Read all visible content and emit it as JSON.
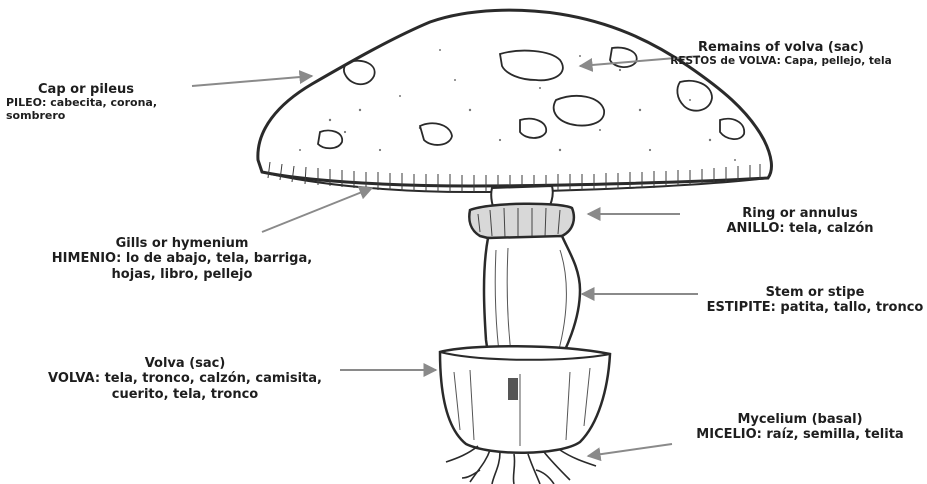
{
  "labels": {
    "cap": {
      "en": "Cap or pileus",
      "es": "PILEO: cabecita, corona, sombrero"
    },
    "volva_remains": {
      "en": "Remains of volva (sac)",
      "es": "RESTOS de VOLVA: Capa, pellejo, tela"
    },
    "gills": {
      "en": "Gills or hymenium",
      "es": "HIMENIO: lo de abajo, tela, barriga, hojas, libro, pellejo"
    },
    "ring": {
      "en": "Ring or annulus",
      "es": "ANILLO: tela, calzón"
    },
    "stem": {
      "en": "Stem or stipe",
      "es": "ESTIPITE: patita, tallo, tronco"
    },
    "volva": {
      "en": "Volva (sac)",
      "es": "VOLVA: tela, tronco, calzón, camisita, cuerito, tela, tronco"
    },
    "mycelium": {
      "en": "Mycelium (basal)",
      "es": "MICELIO: raíz, semilla, telita"
    }
  },
  "colors": {
    "ink": "#2a2a2a",
    "arrow": "#8a8a8a",
    "flesh": "#ffffff"
  }
}
